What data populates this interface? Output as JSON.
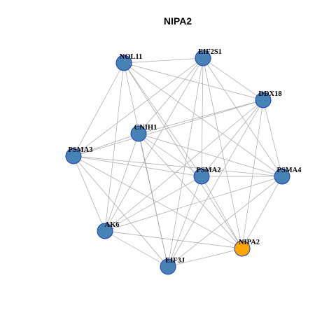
{
  "title": "NIPA2",
  "colors": {
    "node_fill": "#4682b4",
    "node_stroke": "#1f3fbf",
    "highlight_fill": "#ffa500",
    "edge": "#a6a6a6"
  },
  "network": {
    "nodes": [
      {
        "id": "NOL11",
        "label": "NOL11",
        "highlight": false
      },
      {
        "id": "EIF2S1",
        "label": "EIF2S1",
        "highlight": false
      },
      {
        "id": "DDX18",
        "label": "DDX18",
        "highlight": false
      },
      {
        "id": "CNIH1",
        "label": "CNIH1",
        "highlight": false
      },
      {
        "id": "PSMA3",
        "label": "PSMA3",
        "highlight": false
      },
      {
        "id": "PSMA2",
        "label": "PSMA2",
        "highlight": false
      },
      {
        "id": "PSMA4",
        "label": "PSMA4",
        "highlight": false
      },
      {
        "id": "AK6",
        "label": "AK6",
        "highlight": false
      },
      {
        "id": "NIPA2",
        "label": "NIPA2",
        "highlight": true
      },
      {
        "id": "EIF3J",
        "label": "EIF3J",
        "highlight": false
      }
    ],
    "edges": [
      [
        "NOL11",
        "EIF2S1"
      ],
      [
        "NOL11",
        "DDX18"
      ],
      [
        "NOL11",
        "PSMA3"
      ],
      [
        "NOL11",
        "PSMA2"
      ],
      [
        "NOL11",
        "AK6"
      ],
      [
        "NOL11",
        "EIF3J"
      ],
      [
        "NOL11",
        "NIPA2"
      ],
      [
        "NOL11",
        "PSMA4"
      ],
      [
        "EIF2S1",
        "DDX18"
      ],
      [
        "EIF2S1",
        "CNIH1"
      ],
      [
        "EIF2S1",
        "PSMA3"
      ],
      [
        "EIF2S1",
        "PSMA2"
      ],
      [
        "EIF2S1",
        "PSMA4"
      ],
      [
        "EIF2S1",
        "AK6"
      ],
      [
        "EIF2S1",
        "EIF3J"
      ],
      [
        "EIF2S1",
        "NIPA2"
      ],
      [
        "DDX18",
        "CNIH1"
      ],
      [
        "DDX18",
        "PSMA3"
      ],
      [
        "DDX18",
        "PSMA2"
      ],
      [
        "DDX18",
        "PSMA4"
      ],
      [
        "DDX18",
        "AK6"
      ],
      [
        "DDX18",
        "EIF3J"
      ],
      [
        "DDX18",
        "NIPA2"
      ],
      [
        "CNIH1",
        "PSMA3"
      ],
      [
        "CNIH1",
        "PSMA2"
      ],
      [
        "CNIH1",
        "PSMA4"
      ],
      [
        "CNIH1",
        "AK6"
      ],
      [
        "CNIH1",
        "EIF3J"
      ],
      [
        "CNIH1",
        "NIPA2"
      ],
      [
        "PSMA3",
        "PSMA2"
      ],
      [
        "PSMA3",
        "PSMA4"
      ],
      [
        "PSMA3",
        "AK6"
      ],
      [
        "PSMA3",
        "EIF3J"
      ],
      [
        "PSMA3",
        "NIPA2"
      ],
      [
        "PSMA2",
        "PSMA4"
      ],
      [
        "PSMA2",
        "AK6"
      ],
      [
        "PSMA2",
        "EIF3J"
      ],
      [
        "PSMA2",
        "NIPA2"
      ],
      [
        "PSMA4",
        "AK6"
      ],
      [
        "PSMA4",
        "EIF3J"
      ],
      [
        "PSMA4",
        "NIPA2"
      ],
      [
        "AK6",
        "EIF3J"
      ],
      [
        "AK6",
        "NIPA2"
      ],
      [
        "EIF3J",
        "NIPA2"
      ]
    ]
  }
}
